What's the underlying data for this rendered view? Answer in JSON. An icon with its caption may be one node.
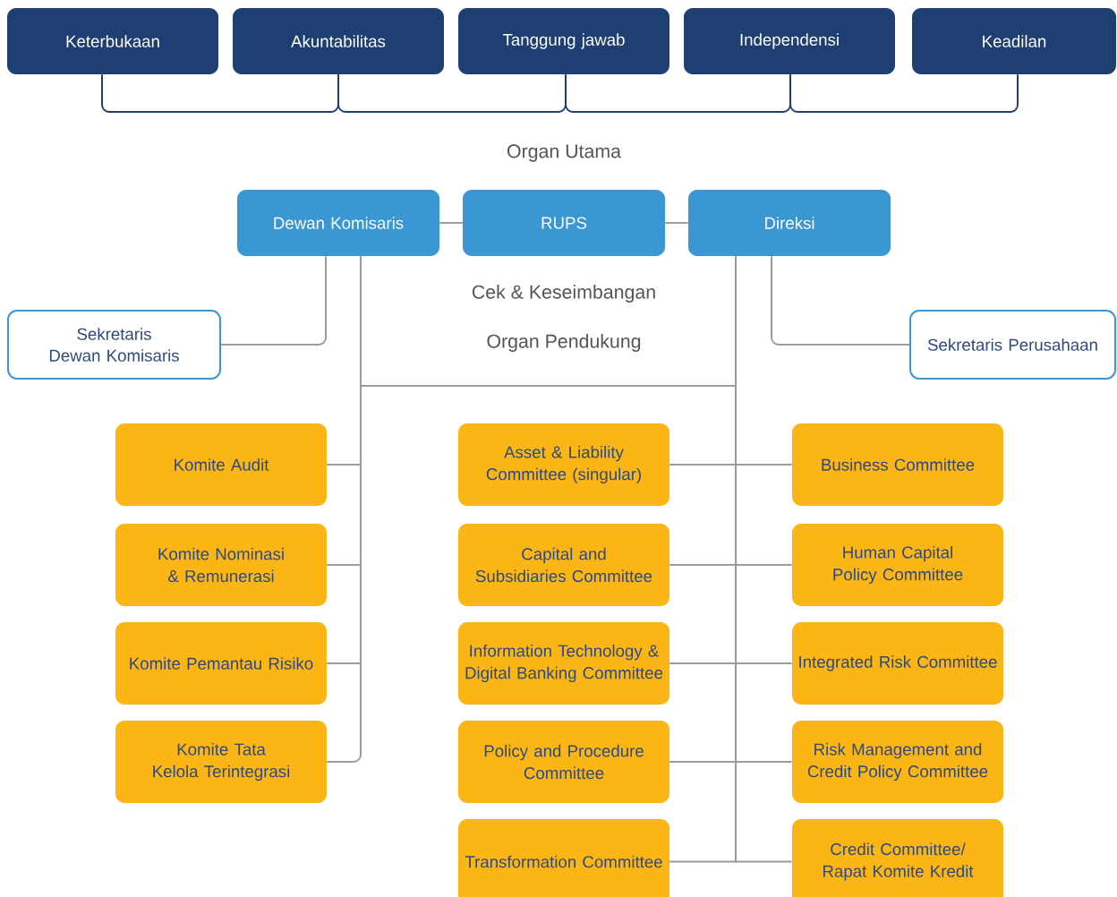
{
  "diagram": {
    "nodes": [
      {
        "text": [
          "Keterbukaan"
        ]
      },
      {
        "text": [
          "Akuntabilitas"
        ]
      },
      {
        "text": [
          "Tanggung jawab"
        ]
      },
      {
        "text": [
          "Independensi"
        ]
      },
      {
        "text": [
          "Keadilan"
        ]
      },
      {
        "text": [
          "Dewan Komisaris"
        ]
      },
      {
        "text": [
          "RUPS"
        ]
      },
      {
        "text": [
          "Direksi"
        ]
      },
      {
        "text": [
          "Sekretaris Dewan Komisaris"
        ]
      },
      {
        "text": [
          "Sekretaris Perusahaan"
        ]
      },
      {
        "text": [
          "Komite Audit"
        ]
      },
      {
        "text": [
          "Komite Nominasi & Remunerasi"
        ]
      },
      {
        "text": [
          "Komite Pemantau Risiko"
        ]
      },
      {
        "text": [
          "Komite Tata Kelola Terintegrasi"
        ]
      },
      {
        "text": [
          "Asset & Liability Committee (singular)"
        ]
      },
      {
        "text": [
          "Capital and Subsidiaries Committee"
        ]
      },
      {
        "text": [
          "Information Technology & Digital Banking Committee"
        ]
      },
      {
        "text": [
          "Policy and Procedure Committee"
        ]
      },
      {
        "text": [
          "Transformation Committee"
        ]
      },
      {
        "text": [
          "Business Committee"
        ]
      },
      {
        "text": [
          "Human Capital Policy Committee"
        ]
      },
      {
        "text": [
          "Integrated Risk Committee"
        ]
      },
      {
        "text": [
          "Risk Management and Credit Policy Committee"
        ]
      },
      {
        "text": [
          "Credit Committee/ Rapat Komite Kredit"
        ]
      }
    ],
    "edges": [
      {
        "from": 0,
        "to": 1,
        "arrow": "none",
        "color": "#1f3f73"
      },
      {
        "from": 1,
        "to": 2,
        "arrow": "none",
        "color": "#1f3f73"
      },
      {
        "from": 2,
        "to": 3,
        "arrow": "none",
        "color": "#1f3f73"
      },
      {
        "from": 3,
        "to": 4,
        "arrow": "none",
        "color": "#1f3f73"
      },
      {
        "from": 5,
        "to": 6,
        "arrow": "none"
      },
      {
        "from": 6,
        "to": 7,
        "arrow": "none"
      },
      {
        "from": 5,
        "to": 8,
        "arrow": "none"
      },
      {
        "from": 7,
        "to": 9,
        "arrow": "none"
      },
      {
        "from": 5,
        "to": 7,
        "arrow": "none"
      },
      {
        "from": 5,
        "to": 10,
        "arrow": "none"
      },
      {
        "from": 5,
        "to": 11,
        "arrow": "none"
      },
      {
        "from": 5,
        "to": 12,
        "arrow": "none"
      },
      {
        "from": 5,
        "to": 13,
        "arrow": "none"
      },
      {
        "from": 7,
        "to": 14,
        "arrow": "none"
      },
      {
        "from": 7,
        "to": 15,
        "arrow": "none"
      },
      {
        "from": 7,
        "to": 16,
        "arrow": "none"
      },
      {
        "from": 7,
        "to": 17,
        "arrow": "none"
      },
      {
        "from": 7,
        "to": 18,
        "arrow": "none"
      },
      {
        "from": 7,
        "to": 19,
        "arrow": "none"
      },
      {
        "from": 7,
        "to": 20,
        "arrow": "none"
      },
      {
        "from": 7,
        "to": 21,
        "arrow": "none"
      },
      {
        "from": 7,
        "to": 22,
        "arrow": "none"
      },
      {
        "from": 7,
        "to": 23,
        "arrow": "none"
      }
    ],
    "labels": [
      "Organ Utama",
      "Cek & Keseimbangan",
      "Organ Pendukung"
    ]
  }
}
